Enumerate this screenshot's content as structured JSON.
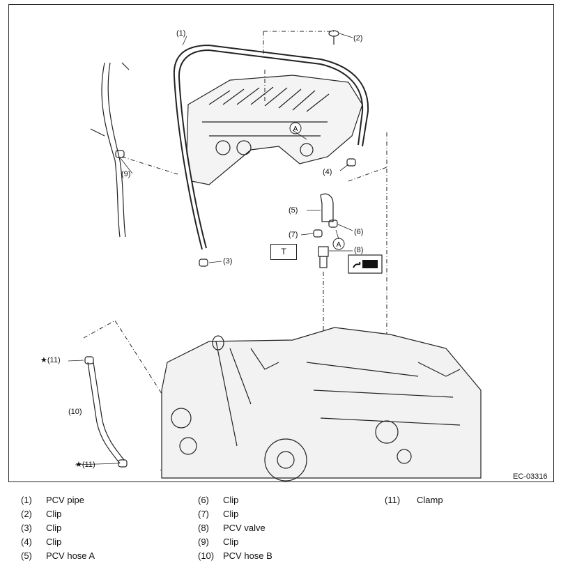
{
  "figure_code": "EC-03316",
  "callouts": {
    "c1": "(1)",
    "c2": "(2)",
    "c3": "(3)",
    "c4": "(4)",
    "c5": "(5)",
    "c6": "(6)",
    "c7": "(7)",
    "c8": "(8)",
    "c9": "(9)",
    "c10": "(10)",
    "c11a": "★(11)",
    "c11b": "★(11)",
    "pointA1": "A",
    "pointA2": "A",
    "torque_box": "T"
  },
  "legend": [
    {
      "num": "(1)",
      "name": "PCV pipe"
    },
    {
      "num": "(2)",
      "name": "Clip"
    },
    {
      "num": "(3)",
      "name": "Clip"
    },
    {
      "num": "(4)",
      "name": "Clip"
    },
    {
      "num": "(5)",
      "name": "PCV hose A"
    },
    {
      "num": "(6)",
      "name": "Clip"
    },
    {
      "num": "(7)",
      "name": "Clip"
    },
    {
      "num": "(8)",
      "name": "PCV valve"
    },
    {
      "num": "(9)",
      "name": "Clip"
    },
    {
      "num": "(10)",
      "name": "PCV hose B"
    },
    {
      "num": "(11)",
      "name": "Clamp"
    }
  ]
}
